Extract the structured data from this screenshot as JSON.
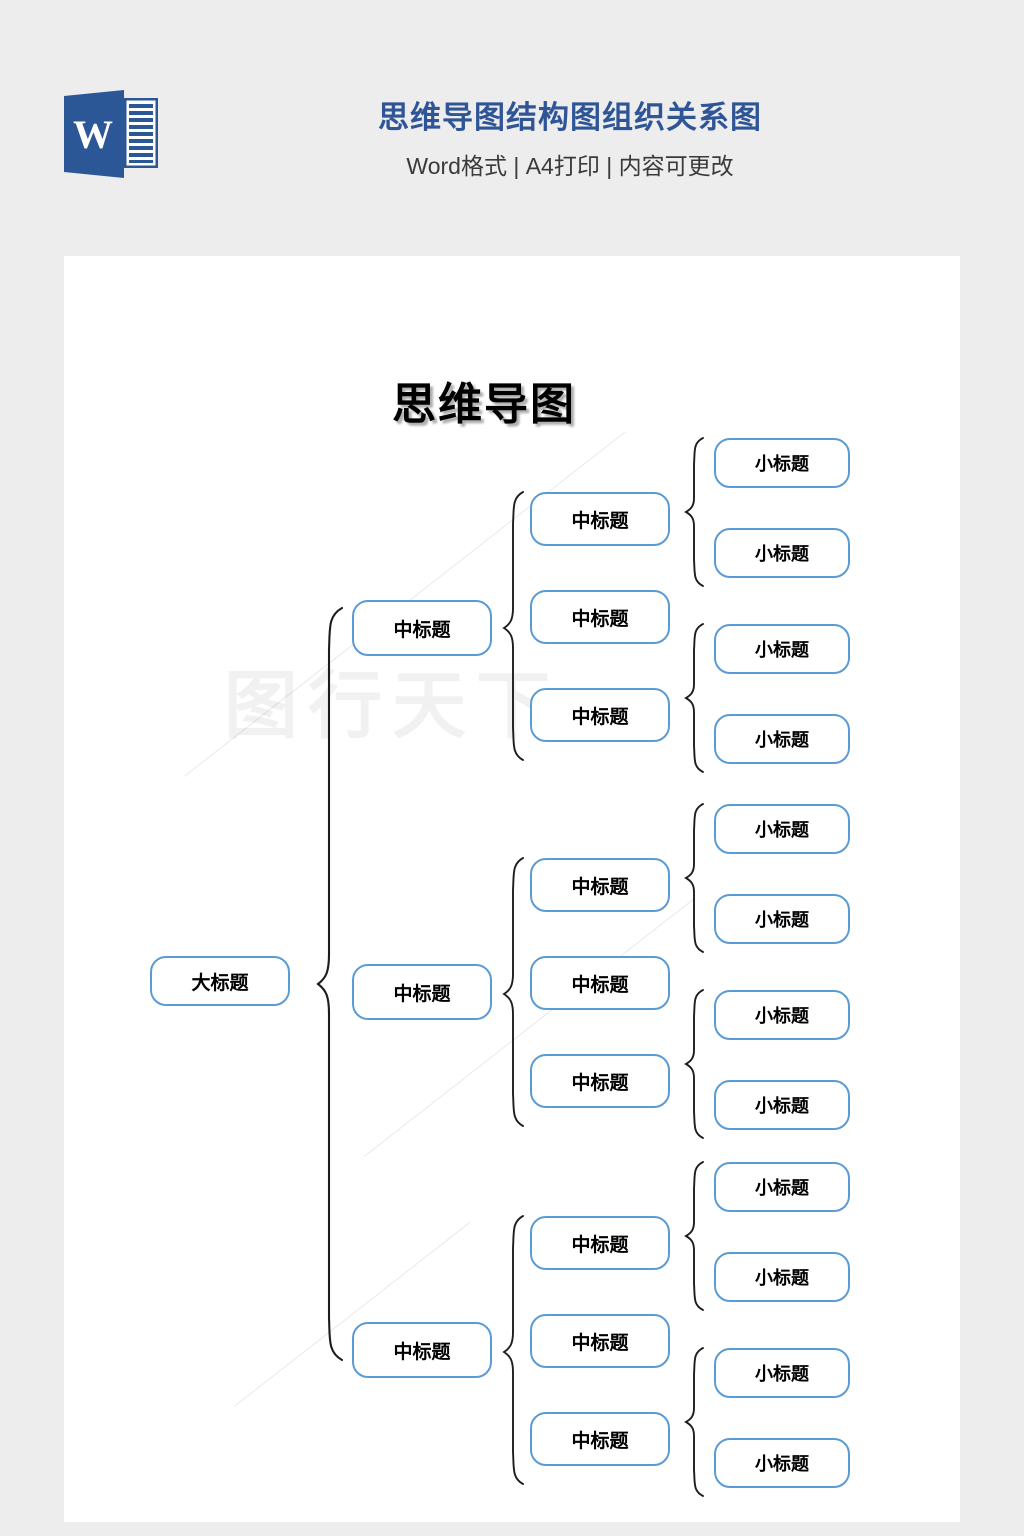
{
  "header": {
    "logo_icon": "word-document-icon",
    "logo_letter": "W",
    "title": "思维导图结构图组织关系图",
    "subtitle": "Word格式 | A4打印 | 内容可更改",
    "title_color": "#2f5597",
    "background_color": "#ededed"
  },
  "page": {
    "background_color": "#ffffff",
    "watermark_text": "图行天下"
  },
  "mindmap": {
    "title": "思维导图",
    "node_border_color": "#5b9bd5",
    "brace_color": "#1d1d1d",
    "root": {
      "label": "大标题"
    },
    "branches": [
      {
        "label": "中标题",
        "children": [
          {
            "label": "中标题",
            "leaves": [
              {
                "label": "小标题"
              },
              {
                "label": "小标题"
              }
            ]
          },
          {
            "label": "中标题",
            "leaves": []
          },
          {
            "label": "中标题",
            "leaves": [
              {
                "label": "小标题"
              },
              {
                "label": "小标题"
              }
            ]
          }
        ]
      },
      {
        "label": "中标题",
        "children": [
          {
            "label": "中标题",
            "leaves": [
              {
                "label": "小标题"
              },
              {
                "label": "小标题"
              }
            ]
          },
          {
            "label": "中标题",
            "leaves": []
          },
          {
            "label": "中标题",
            "leaves": [
              {
                "label": "小标题"
              },
              {
                "label": "小标题"
              }
            ]
          }
        ]
      },
      {
        "label": "中标题",
        "children": [
          {
            "label": "中标题",
            "leaves": [
              {
                "label": "小标题"
              },
              {
                "label": "小标题"
              }
            ]
          },
          {
            "label": "中标题",
            "leaves": []
          },
          {
            "label": "中标题",
            "leaves": [
              {
                "label": "小标题"
              },
              {
                "label": "小标题"
              }
            ]
          }
        ]
      }
    ]
  }
}
